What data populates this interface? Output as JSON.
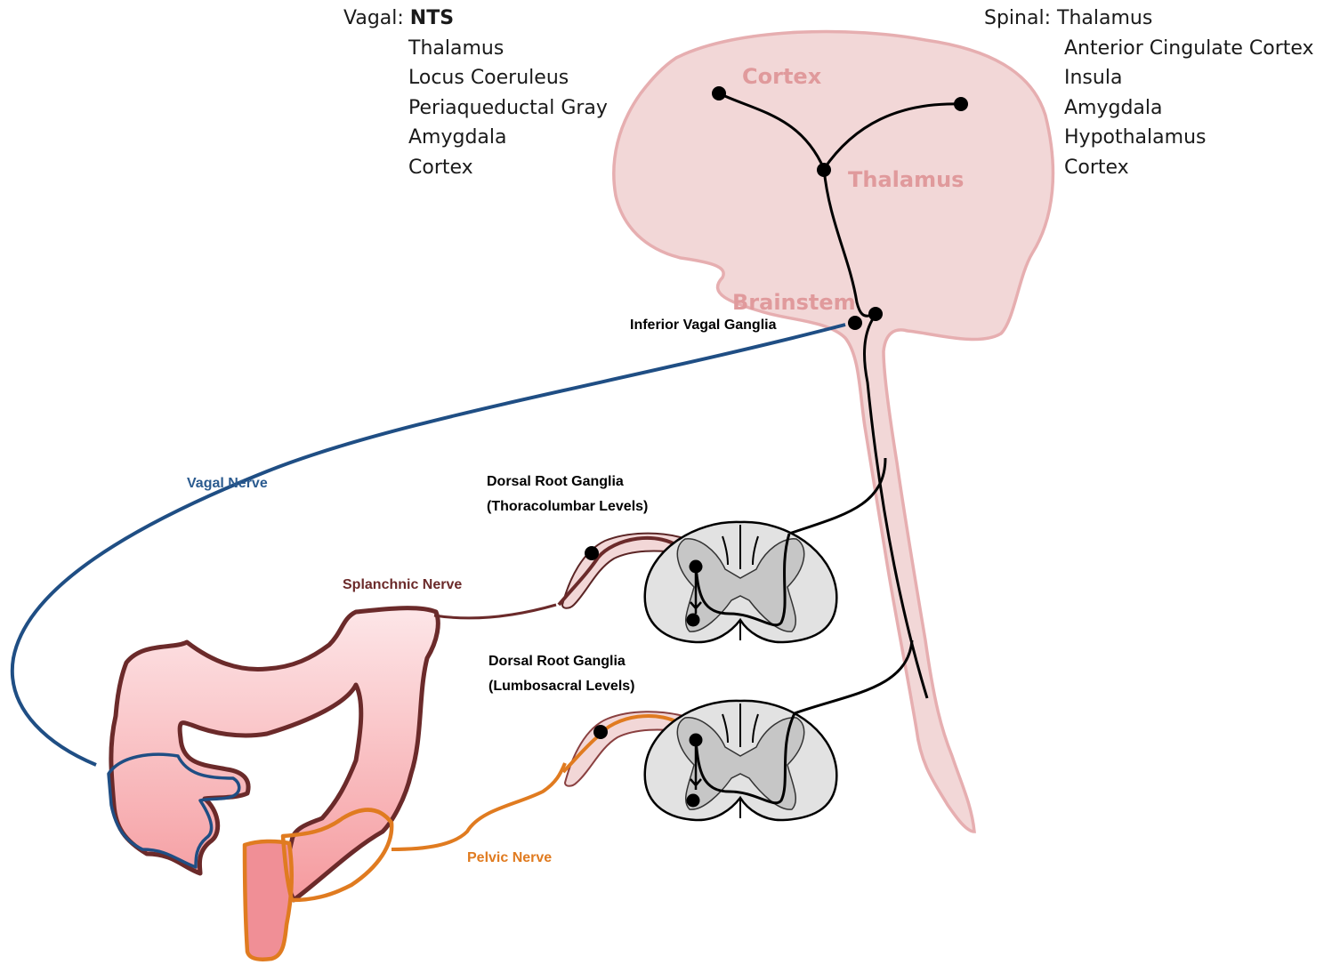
{
  "vagal_pathway": {
    "prefix": "Vagal",
    "first": "NTS",
    "items": [
      "Thalamus",
      "Locus Coeruleus",
      "Periaqueductal Gray",
      "Amygdala",
      "Cortex"
    ]
  },
  "spinal_pathway": {
    "prefix": "Spinal",
    "first": "Thalamus",
    "items": [
      "Anterior Cingulate Cortex",
      "Insula",
      "Amygdala",
      "Hypothalamus",
      "Cortex"
    ]
  },
  "brain_labels": {
    "cortex": "Cortex",
    "thalamus": "Thalamus",
    "brainstem": "Brainstem"
  },
  "labels": {
    "inferior_vagal_ganglia": "Inferior Vagal Ganglia",
    "vagal_nerve": "Vagal Nerve",
    "splanchnic_nerve": "Splanchnic Nerve",
    "pelvic_nerve": "Pelvic Nerve",
    "drg_thoracolumbar_1": "Dorsal Root Ganglia",
    "drg_thoracolumbar_2": "(Thoracolumbar Levels)",
    "drg_lumbosacral_1": "Dorsal Root Ganglia",
    "drg_lumbosacral_2": "(Lumbosacral Levels)"
  },
  "colors": {
    "brain_fill": "#f2d7d7",
    "brain_outline": "#e6aeb0",
    "vagal": "#1f4e84",
    "splanchnic": "#6b2a2a",
    "pelvic": "#e07b20",
    "colon": "#f4b3b7",
    "spinal_cord_fill": "#e2e2e2",
    "gray_matter": "#c4c4c4"
  }
}
